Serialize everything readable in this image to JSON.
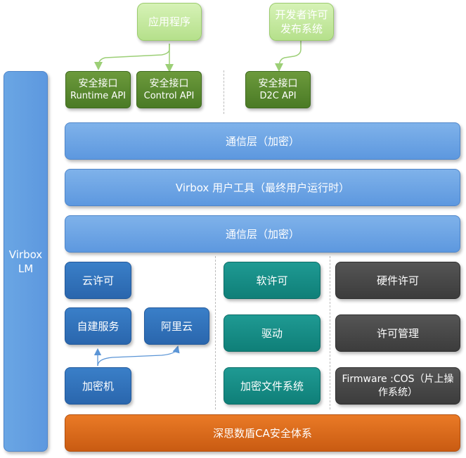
{
  "top": {
    "app_program": "应用程序",
    "dev_license_system": [
      "开发者许可",
      "发布系统"
    ]
  },
  "interfaces": [
    {
      "line1": "安全接口",
      "line2": "Runtime API"
    },
    {
      "line1": "安全接口",
      "line2": "Control API"
    },
    {
      "line1": "安全接口",
      "line2": "D2C API"
    }
  ],
  "side": {
    "label": [
      "Virbox",
      "LM"
    ]
  },
  "layers": {
    "comm_top": "通信层（加密）",
    "user_tool": "Virbox 用户工具（最终用户运行时）",
    "comm_bottom": "通信层（加密）"
  },
  "cloud_col": {
    "cloud_license": "云许可",
    "self_service": "自建服务",
    "aliyun": "阿里云",
    "crypto_machine": "加密机"
  },
  "soft_col": {
    "soft_license": "软许可",
    "driver": "驱动",
    "encrypted_fs": "加密文件系统"
  },
  "hard_col": {
    "hard_license": "硬件许可",
    "license_mgmt": "许可管理",
    "firmware": [
      "Firmware :COS（片上操",
      "作系统）"
    ]
  },
  "foundation": "深思数盾CA安全体系",
  "colors": {
    "light_green": "#c6ea9f",
    "dark_green": "#5a8a30",
    "blue": "#6ea5e6",
    "dark_blue": "#2f72bb",
    "teal": "#14897f",
    "gray": "#474747",
    "orange": "#dc6a1c",
    "arrow_green": "#9ccf76",
    "arrow_blue": "#5b95d6"
  }
}
